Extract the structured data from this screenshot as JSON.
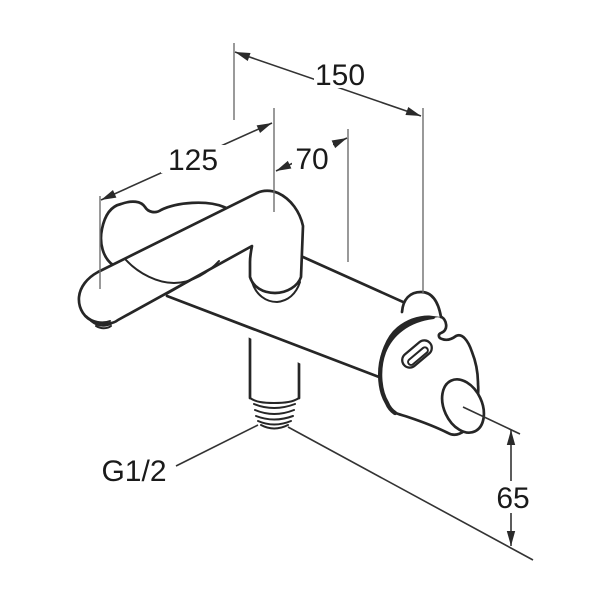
{
  "drawing": {
    "background_color": "#ffffff",
    "outline_color": "#262626",
    "dimension_line_color": "#333333",
    "extension_line_color": "#6e6e6e",
    "text_color": "#1a1a1a"
  },
  "labels": {
    "dim_top_width": "150",
    "dim_spout_reach": "125",
    "dim_spout_center": "70",
    "dim_knob_height": "65",
    "thread_size": "G1/2"
  }
}
